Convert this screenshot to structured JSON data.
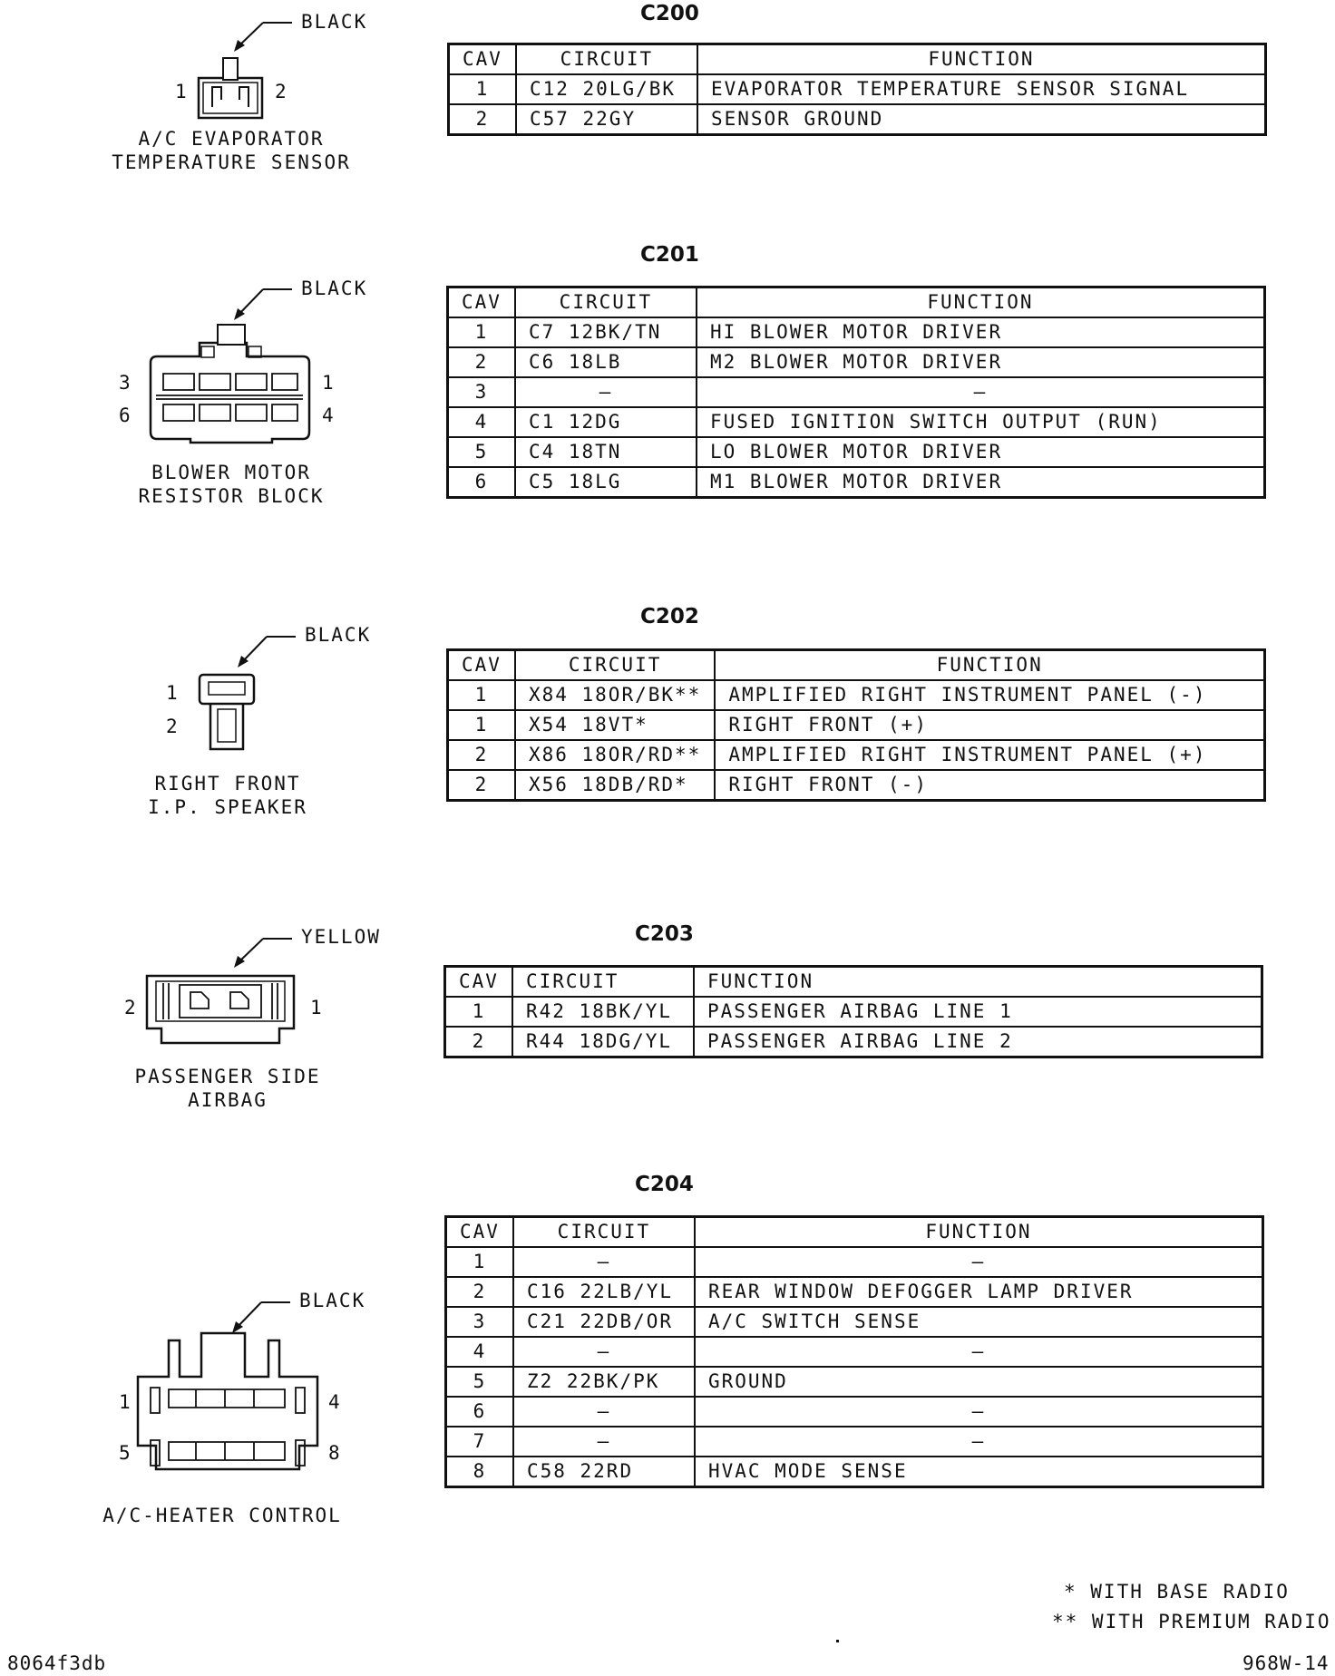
{
  "connectors": [
    {
      "id": "C200",
      "component": [
        "A/C EVAPORATOR",
        "TEMPERATURE SENSOR"
      ],
      "color": "BLACK",
      "pins": [
        "1",
        "2"
      ],
      "headers": [
        "CAV",
        "CIRCUIT",
        "FUNCTION"
      ],
      "rows": [
        [
          "1",
          "C12 20LG/BK",
          "EVAPORATOR TEMPERATURE SENSOR SIGNAL"
        ],
        [
          "2",
          "C57 22GY",
          "SENSOR GROUND"
        ]
      ]
    },
    {
      "id": "C201",
      "component": [
        "BLOWER MOTOR",
        "RESISTOR BLOCK"
      ],
      "color": "BLACK",
      "pins": [
        "3",
        "1",
        "6",
        "4"
      ],
      "headers": [
        "CAV",
        "CIRCUIT",
        "FUNCTION"
      ],
      "rows": [
        [
          "1",
          "C7 12BK/TN",
          "HI BLOWER MOTOR DRIVER"
        ],
        [
          "2",
          "C6 18LB",
          "M2 BLOWER MOTOR DRIVER"
        ],
        [
          "3",
          "–",
          "–"
        ],
        [
          "4",
          "C1 12DG",
          "FUSED IGNITION SWITCH OUTPUT (RUN)"
        ],
        [
          "5",
          "C4 18TN",
          "LO BLOWER MOTOR DRIVER"
        ],
        [
          "6",
          "C5 18LG",
          "M1 BLOWER MOTOR DRIVER"
        ]
      ]
    },
    {
      "id": "C202",
      "component": [
        "RIGHT FRONT",
        "I.P. SPEAKER"
      ],
      "color": "BLACK",
      "pins": [
        "1",
        "2"
      ],
      "headers": [
        "CAV",
        "CIRCUIT",
        "FUNCTION"
      ],
      "rows": [
        [
          "1",
          "X84 18OR/BK**",
          "AMPLIFIED RIGHT INSTRUMENT PANEL (-)"
        ],
        [
          "1",
          "X54 18VT*",
          "RIGHT FRONT (+)"
        ],
        [
          "2",
          "X86 18OR/RD**",
          "AMPLIFIED RIGHT INSTRUMENT PANEL (+)"
        ],
        [
          "2",
          "X56 18DB/RD*",
          "RIGHT FRONT (-)"
        ]
      ]
    },
    {
      "id": "C203",
      "component": [
        "PASSENGER SIDE",
        "AIRBAG"
      ],
      "color": "YELLOW",
      "pins": [
        "2",
        "1"
      ],
      "headers": [
        "CAV",
        "CIRCUIT",
        "FUNCTION"
      ],
      "rows": [
        [
          "1",
          "R42 18BK/YL",
          "PASSENGER AIRBAG LINE 1"
        ],
        [
          "2",
          "R44 18DG/YL",
          "PASSENGER AIRBAG LINE 2"
        ]
      ]
    },
    {
      "id": "C204",
      "component": [
        "A/C-HEATER CONTROL"
      ],
      "color": "BLACK",
      "pins": [
        "1",
        "4",
        "5",
        "8"
      ],
      "headers": [
        "CAV",
        "CIRCUIT",
        "FUNCTION"
      ],
      "rows": [
        [
          "1",
          "–",
          "–"
        ],
        [
          "2",
          "C16 22LB/YL",
          "REAR WINDOW DEFOGGER LAMP DRIVER"
        ],
        [
          "3",
          "C21 22DB/OR",
          "A/C SWITCH SENSE"
        ],
        [
          "4",
          "–",
          "–"
        ],
        [
          "5",
          "Z2 22BK/PK",
          "GROUND"
        ],
        [
          "6",
          "–",
          "–"
        ],
        [
          "7",
          "–",
          "–"
        ],
        [
          "8",
          "C58 22RD",
          "HVAC MODE SENSE"
        ]
      ]
    }
  ],
  "notes": [
    "* WITH BASE RADIO",
    "** WITH PREMIUM RADIO"
  ],
  "footer": {
    "left": "8064f3db",
    "right": "968W-14"
  }
}
